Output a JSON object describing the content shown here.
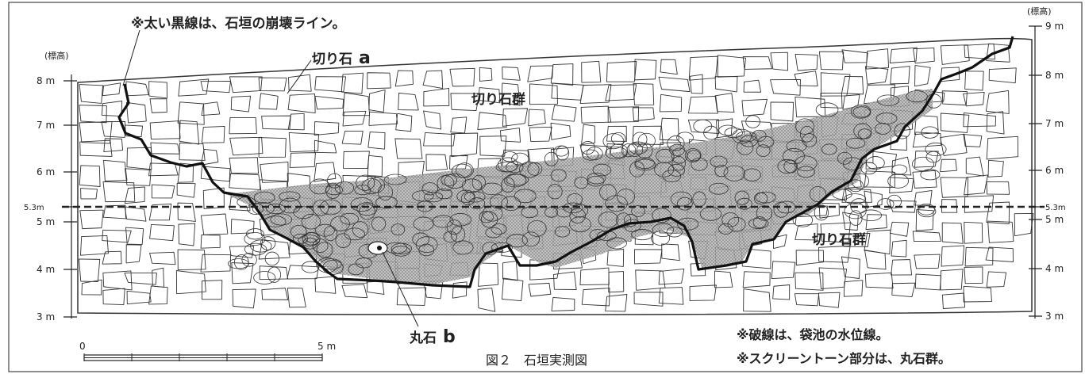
{
  "figure": {
    "caption": "図２　石垣実測図",
    "note_thick_line": "※太い黒線は、石垣の崩壊ライン。",
    "note_dashed_line": "※破線は、袋池の水位線。",
    "note_screentone": "※スクリーントーン部分は、丸石群。"
  },
  "labels": {
    "cut_stone_a": "切り石",
    "cut_stone_a_letter": "a",
    "round_stone_b": "丸石",
    "round_stone_b_letter": "b",
    "cut_stone_group_upper": "切り石群",
    "cut_stone_group_lower": "切り石群"
  },
  "axes": {
    "left_title": "(標高)",
    "right_title": "(標高)",
    "left_ticks": [
      "8 m",
      "7 m",
      "6 m",
      "5.3m",
      "5 m",
      "4 m",
      "3 m"
    ],
    "right_ticks": [
      "9 m",
      "8 m",
      "7 m",
      "6 m",
      "5.3m",
      "5 m",
      "4 m",
      "3 m"
    ],
    "water_level_value": "5.3m"
  },
  "scale_bar": {
    "start": "0",
    "end": "5 m"
  },
  "colors": {
    "line": "#222222",
    "screentone": "#9a9a9a",
    "background": "#ffffff"
  }
}
